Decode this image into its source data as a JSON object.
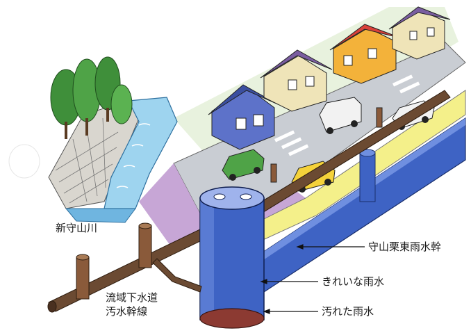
{
  "labels": {
    "river": "新守山川",
    "stormwater_main": "守山栗東雨水幹",
    "clean_rainwater": "きれいな雨水",
    "dirty_rainwater": "汚れた雨水",
    "sewer_main_line1": "流域下水道",
    "sewer_main_line2": "汚水幹線"
  },
  "colors": {
    "pipe_blue": "#3e63c4",
    "pipe_blue_dark": "#2a4aa3",
    "sewer_brown": "#6b4a32",
    "road_gray": "#c9cdd3",
    "walkway_purple": "#c7a6d6",
    "median_yellow": "#f4f08a",
    "river_water": "#9ed4ef",
    "tree_green": "#3f8f3a"
  }
}
